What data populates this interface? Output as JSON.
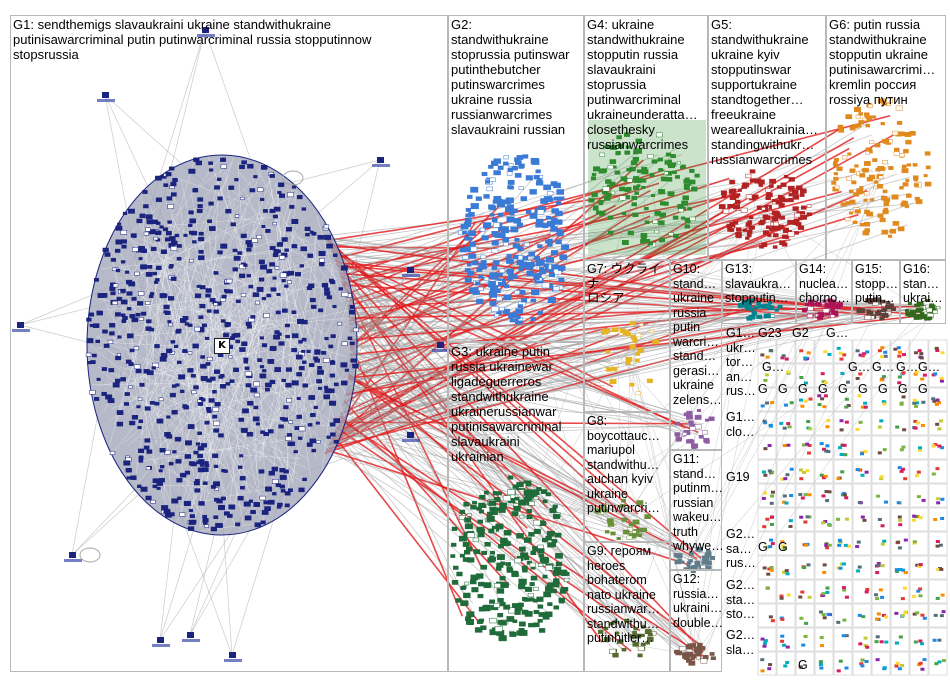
{
  "groups": [
    {
      "id": "G1",
      "label": "G1: sendthemigs slavaukraini ukraine standwithukraine\nputinisawarcriminal putin putinwarcriminal russia stopputinnow\nstopsrussia",
      "color": "#1a237e",
      "size": "xl"
    },
    {
      "id": "G2",
      "label": "G2:\nstandwithukraine\nstoprussia putinswar\nputinthebutcher\nputinswarcrimes\nukraine russia\nrussianwarcrimes\nslavaukraini russian",
      "color": "#3a7bd5",
      "size": "lg"
    },
    {
      "id": "G3",
      "label": "G3: ukraine putin\nrussia ukrainewar\nligadeguerreros\nstandwithukraine\nukrainerussianwar\nputinisawarcriminal\nslavaukraini\nukrainian",
      "color": "#1f6b3a",
      "size": "lg"
    },
    {
      "id": "G4",
      "label": "G4: ukraine\nstandwithukraine\nstopputin russia\nslavaukraini\nstoprussia\nputinwarcriminal\nukraineunderatta…\nclosethesky\nrussianwarcrimes",
      "color": "#2e8b2e",
      "size": "md"
    },
    {
      "id": "G5",
      "label": "G5:\nstandwithukraine\nukraine kyiv\nstopputinswar\nsupportukraine\nstandtogether…\nfreeukraine\nweareallukrainia…\nstandingwithukr…\nrussianwarcrimes",
      "color": "#b22222",
      "size": "md"
    },
    {
      "id": "G6",
      "label": "G6: putin russia\nstandwithukraine\nstopputin ukraine\nputinisawarcrimi…\nkremlin россия\nrossiya путин",
      "color": "#e08a1e",
      "size": "md"
    },
    {
      "id": "G7",
      "label": "G7: ウクライナ\nロシア",
      "color": "#e6b422",
      "size": "sm"
    },
    {
      "id": "G8",
      "label": "G8:\nboycottauc…\nmariupol\nstandwithu…\nauchan kyiv\nukraine\nputinwarcri…",
      "color": "#6a8f3a",
      "size": "sm"
    },
    {
      "id": "G9",
      "label": "G9: героям\nheroes\nbohaterom\nnato ukraine\nrussianwar…\nstandwithu…\nputinhitler…",
      "color": "#556b2f",
      "size": "sm"
    },
    {
      "id": "G10",
      "label": "G10:\nstand…\nukraine\nrussia\nputin\nwarcri…\nstand…\ngerasi…\nukraine\nzelens…",
      "color": "#8e5ea2",
      "size": "sm"
    },
    {
      "id": "G11",
      "label": "G11:\nstand…\nputinm…\nrussian\nwakeu…\ntruth\nwhywe…",
      "color": "#607d8b",
      "size": "sm"
    },
    {
      "id": "G12",
      "label": "G12:\nrussia…\nukraini…\ndouble…",
      "color": "#795548",
      "size": "sm"
    },
    {
      "id": "G13",
      "label": "G13:\nslavaukra…\nstopputin…",
      "color": "#00838f",
      "size": "sm"
    },
    {
      "id": "G14",
      "label": "G14:\nnuclea…\nchorno…",
      "color": "#ad1457",
      "size": "sm"
    },
    {
      "id": "G15",
      "label": "G15:\nstopp…\nputin…",
      "color": "#5d4037",
      "size": "sm"
    },
    {
      "id": "G16",
      "label": "G16:\nstan…\nukrai…",
      "color": "#33691e",
      "size": "sm"
    }
  ],
  "mini_labels": [
    "G1…\nukr…\ntor…\nan…\nrus…",
    "G23",
    "G2",
    "G…",
    "G…",
    "G…",
    "G…",
    "G…",
    "G…",
    "G1…\nclo…",
    "G19",
    "G2…\nsa…\nrus…",
    "G2…\nsta…\nsto…",
    "G2…\nsla…",
    "G",
    "G",
    "G",
    "G",
    "G",
    "G",
    "G",
    "G",
    "G",
    "G",
    "G",
    "G"
  ],
  "center_marker": "K"
}
